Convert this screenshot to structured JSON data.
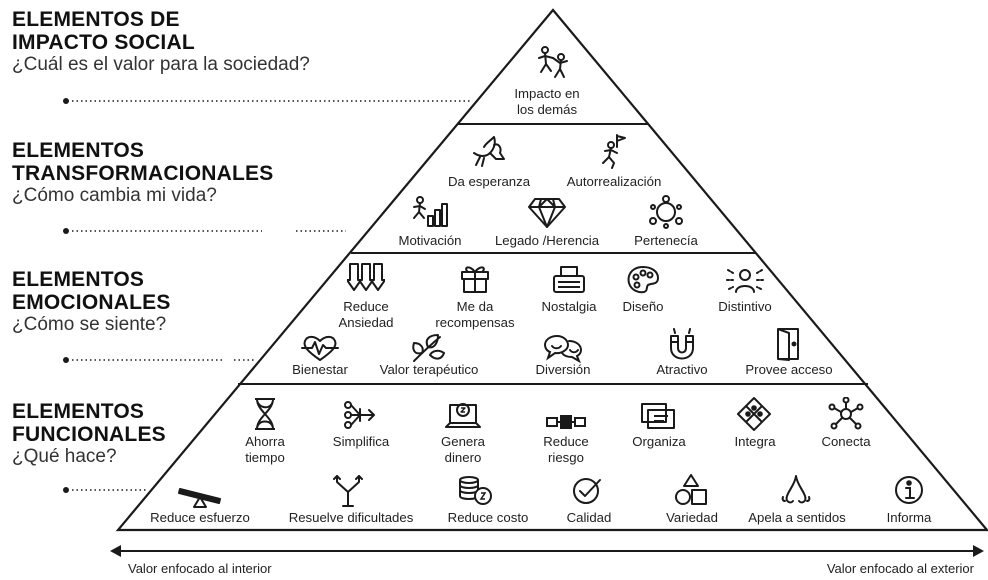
{
  "levels": {
    "social": {
      "title_line1": "ELEMENTOS DE",
      "title_line2": "IMPACTO SOCIAL",
      "question": "¿Cuál es el valor para la sociedad?",
      "items": [
        {
          "label_line1": "Impacto en",
          "label_line2": "los demás",
          "icon": "people-helping-climb-icon"
        }
      ]
    },
    "transformacionales": {
      "title_line1": "ELEMENTOS",
      "title_line2": "TRANSFORMACIONALES",
      "question": "¿Cómo cambia mi vida?",
      "items": [
        {
          "label": "Da esperanza",
          "icon": "dove-icon"
        },
        {
          "label": "Autorrealización",
          "icon": "climber-flag-icon"
        },
        {
          "label": "Motivación",
          "icon": "runner-bars-icon"
        },
        {
          "label": "Legado /Herencia",
          "icon": "diamond-icon"
        },
        {
          "label": "Pertenecía",
          "icon": "group-circle-icon"
        }
      ]
    },
    "emocionales": {
      "title_line1": "ELEMENTOS",
      "title_line2": "EMOCIONALES",
      "question": "¿Cómo se siente?",
      "items": [
        {
          "label_line1": "Reduce",
          "label_line2": "Ansiedad",
          "icon": "down-arrows-icon"
        },
        {
          "label_line1": "Me da",
          "label_line2": "recompensas",
          "icon": "gift-icon"
        },
        {
          "label": "Nostalgia",
          "icon": "typewriter-icon"
        },
        {
          "label": "Diseño",
          "icon": "palette-icon"
        },
        {
          "label": "Distintivo",
          "icon": "person-spotlight-icon"
        },
        {
          "label": "Bienestar",
          "icon": "heart-pulse-icon"
        },
        {
          "label": "Valor terapéutico",
          "icon": "leaves-icon"
        },
        {
          "label": "Diversión",
          "icon": "chat-smiles-icon"
        },
        {
          "label": "Atractivo",
          "icon": "magnet-icon"
        },
        {
          "label": "Provee acceso",
          "icon": "door-icon"
        }
      ]
    },
    "funcionales": {
      "title_line1": "ELEMENTOS",
      "title_line2": "FUNCIONALES",
      "question": "¿Qué hace?",
      "items": [
        {
          "label_line1": "Ahorra",
          "label_line2": "tiempo",
          "icon": "hourglass-icon"
        },
        {
          "label": "Simplifica",
          "icon": "funnel-arrows-icon"
        },
        {
          "label_line1": "Genera",
          "label_line2": "dinero",
          "icon": "laptop-coin-icon"
        },
        {
          "label_line1": "Reduce",
          "label_line2": "riesgo",
          "icon": "chain-icon"
        },
        {
          "label": "Organiza",
          "icon": "folders-icon"
        },
        {
          "label": "Integra",
          "icon": "puzzle-diamond-icon"
        },
        {
          "label": "Conecta",
          "icon": "network-nodes-icon"
        },
        {
          "label": "Reduce esfuerzo",
          "icon": "lever-icon"
        },
        {
          "label": "Resuelve dificultades",
          "icon": "fork-road-icon"
        },
        {
          "label": "Reduce costo",
          "icon": "coins-stack-icon"
        },
        {
          "label": "Calidad",
          "icon": "check-badge-icon"
        },
        {
          "label": "Variedad",
          "icon": "shapes-icon"
        },
        {
          "label": "Apela a sentidos",
          "icon": "nose-icon"
        },
        {
          "label": "Informa",
          "icon": "info-icon"
        }
      ]
    }
  },
  "axis": {
    "left_label": "Valor enfocado al interior",
    "right_label": "Valor enfocado al exterior"
  },
  "colors": {
    "line": "#1a1a1a",
    "text": "#222222",
    "heading": "#111111"
  }
}
